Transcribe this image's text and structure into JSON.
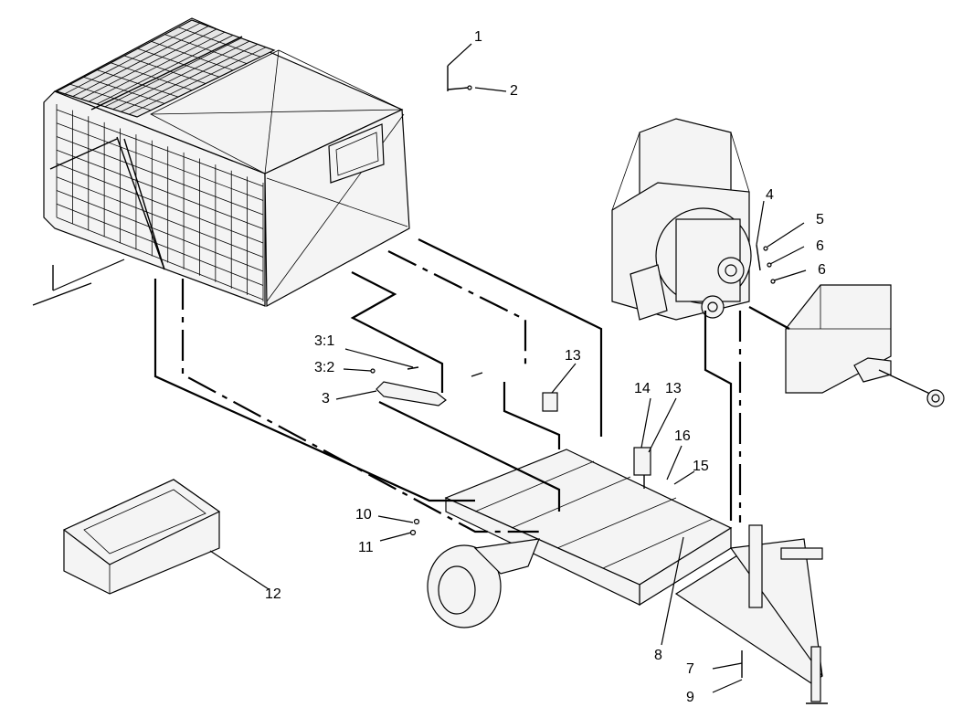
{
  "diagram": {
    "callouts": [
      {
        "id": "c1",
        "text": "1"
      },
      {
        "id": "c2",
        "text": "2"
      },
      {
        "id": "c3",
        "text": "3"
      },
      {
        "id": "c3_1",
        "text": "3:1"
      },
      {
        "id": "c3_2",
        "text": "3:2"
      },
      {
        "id": "c4",
        "text": "4"
      },
      {
        "id": "c5",
        "text": "5"
      },
      {
        "id": "c6a",
        "text": "6"
      },
      {
        "id": "c6b",
        "text": "6"
      },
      {
        "id": "c7",
        "text": "7"
      },
      {
        "id": "c8",
        "text": "8"
      },
      {
        "id": "c9",
        "text": "9"
      },
      {
        "id": "c10",
        "text": "10"
      },
      {
        "id": "c11",
        "text": "11"
      },
      {
        "id": "c12",
        "text": "12"
      },
      {
        "id": "c13a",
        "text": "13"
      },
      {
        "id": "c13b",
        "text": "13"
      },
      {
        "id": "c14",
        "text": "14"
      },
      {
        "id": "c15",
        "text": "15"
      },
      {
        "id": "c16",
        "text": "16"
      }
    ]
  }
}
